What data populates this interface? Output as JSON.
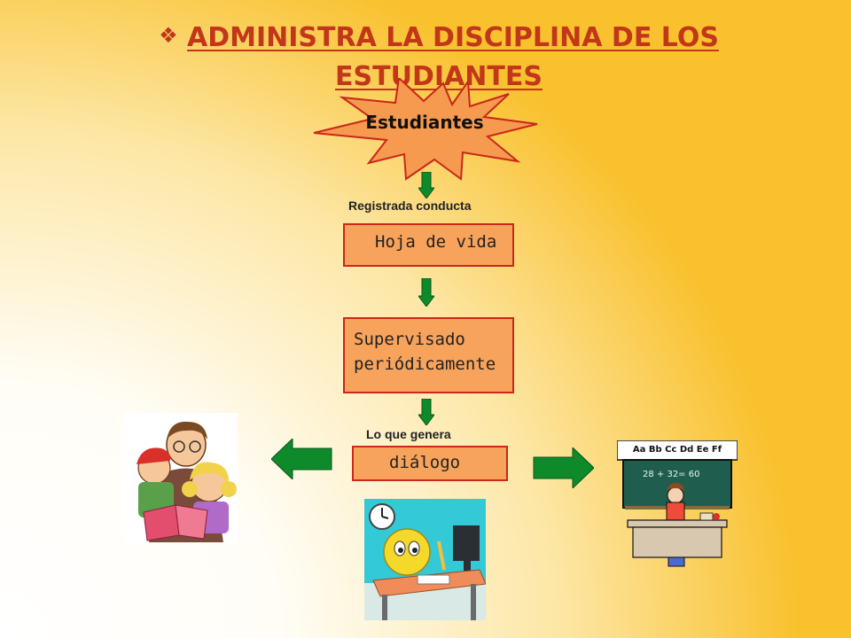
{
  "title": {
    "bullet_icon": "diamond-bullet-icon",
    "text": "ADMINISTRA LA DISCIPLINA DE LOS ESTUDIANTES"
  },
  "diagram": {
    "start_node": "Estudiantes",
    "edge_label_1": "Registrada conducta",
    "node_1": "Hoja de vida",
    "node_2_line1": "Supervisado",
    "node_2_line2": "periódicamente",
    "edge_label_2": "Lo que genera",
    "node_3": "diálogo"
  },
  "illustrations": {
    "blackboard_header": "Aa Bb Cc Dd Ee Ff",
    "blackboard_equation": "28 + 32= 60"
  },
  "colors": {
    "title": "#c2361a",
    "box_fill": "#f8a35b",
    "box_border": "#c9281a",
    "arrow": "#0e8a2a",
    "star_fill": "#f59a4e"
  }
}
